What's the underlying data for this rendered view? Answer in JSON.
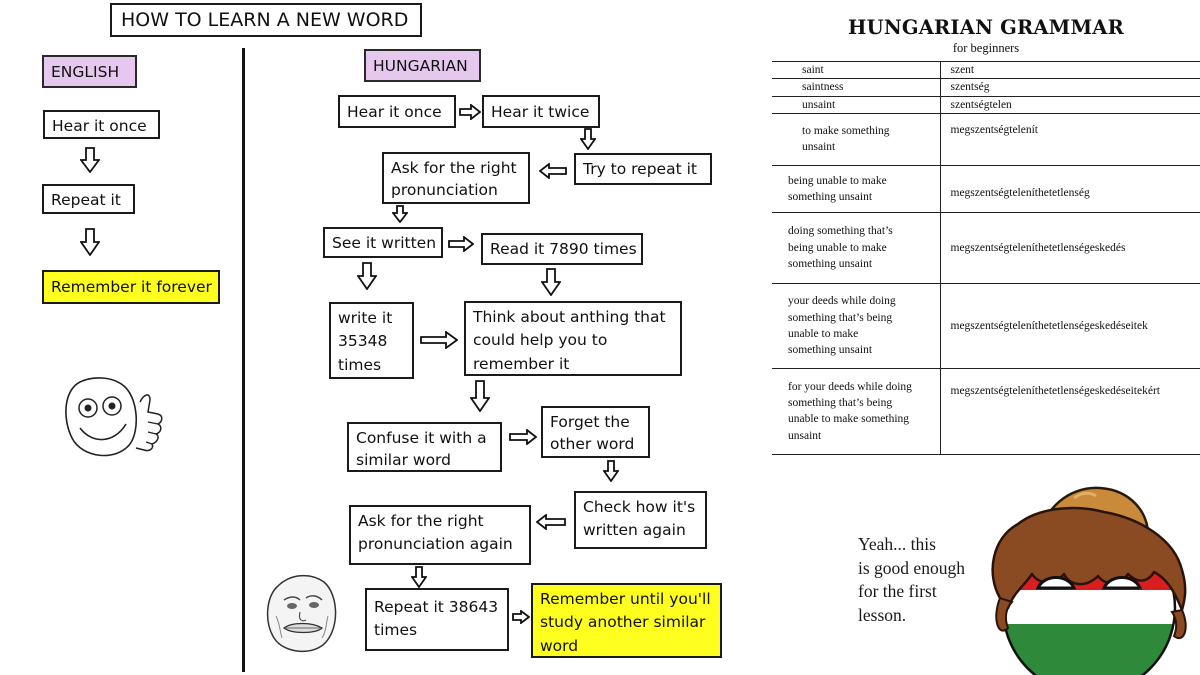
{
  "flowchart": {
    "title": "HOW TO LEARN A NEW WORD",
    "english": {
      "header": "ENGLISH",
      "steps": [
        "Hear it once",
        "Repeat it",
        "Remember it forever"
      ]
    },
    "hungarian": {
      "header": "HUNGARIAN",
      "steps": {
        "hear_once": "Hear it once",
        "hear_twice": "Hear it twice",
        "try_repeat": "Try to repeat it",
        "ask_pron_l1": "Ask for the right",
        "ask_pron_l2": "pronunciation",
        "see_written": "See it written",
        "read_times": "Read it 7890 times",
        "write_l1": "write it",
        "write_l2": "35348",
        "write_l3": "times",
        "think_l1": "Think about anthing that",
        "think_l2": "could help you to",
        "think_l3": "remember it",
        "confuse_l1": "Confuse it with a",
        "confuse_l2": "similar word",
        "forget_l1": "Forget the",
        "forget_l2": "other word",
        "check_l1": "Check how it's",
        "check_l2": "written again",
        "ask_again_l1": "Ask for the right",
        "ask_again_l2": "pronunciation again",
        "repeat_l1": "Repeat it 38643",
        "repeat_l2": "times",
        "remember_l1": "Remember until you'll",
        "remember_l2": "study another similar",
        "remember_l3": "word"
      }
    }
  },
  "grammar": {
    "title": "HUNGARIAN GRAMMAR",
    "subtitle": "for beginners",
    "rows": [
      {
        "en": "saint",
        "hu": "szent"
      },
      {
        "en": "saintness",
        "hu": "szentség"
      },
      {
        "en": "unsaint",
        "hu": "szentségtelen"
      },
      {
        "en_l1": "to make something",
        "en_l2": "unsaint",
        "hu": "megszentségtelenít"
      },
      {
        "en_l1": "being unable to make",
        "en_l2": "something unsaint",
        "hu": "megszentségteleníthetetlenség"
      },
      {
        "en_l1": "doing something that’s",
        "en_l2": "being unable to make",
        "en_l3": "something unsaint",
        "hu": "megszentségteleníthetetlenségeskedés"
      },
      {
        "en_l1": "your deeds while doing",
        "en_l2": "something  that’s being",
        "en_l3": "unable to make",
        "en_l4": "something unsaint",
        "hu": "megszentségteleníthetetlenségeskedéseitek"
      },
      {
        "en_l1": "for your deeds while doing",
        "en_l2": "something that’s being",
        "en_l3": "unable to make something",
        "en_l4": "unsaint",
        "hu": "megszentségteleníthetetlenségeskedéseitekért"
      }
    ]
  },
  "caption": {
    "l1": "Yeah... this",
    "l2": "is good enough",
    "l3": "for the first",
    "l4": "lesson."
  },
  "colors": {
    "label_purple": "#e6c8ee",
    "highlight_yellow": "#ffff1f",
    "flag_red": "#d81e1e",
    "flag_white": "#ffffff",
    "flag_green": "#2e8a3a",
    "hat_brown": "#c98a3a",
    "hair_brown": "#8a4a22"
  },
  "icons": [
    "happy-thumbs-up-face-icon",
    "forever-alone-face-icon",
    "hungary-countryball-icon"
  ]
}
